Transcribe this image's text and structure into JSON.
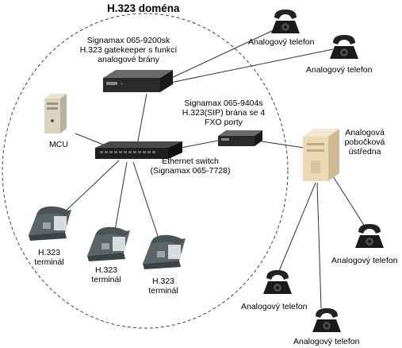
{
  "diagram": {
    "title": "H.323 doména",
    "gatekeeper": {
      "lines": [
        "Signamax 065-9200sk",
        "H.323 gatekeeper s funkcí",
        "analogové brány"
      ]
    },
    "gateway": {
      "lines": [
        "Signamax 065-9404s",
        "H.323(SIP) brána se 4",
        "FXO porty"
      ]
    },
    "mcu": {
      "label": "MCU"
    },
    "switch": {
      "lines": [
        "Ethernet switch",
        "(Signamax 065-7728)"
      ]
    },
    "pbx": {
      "lines": [
        "Analogová",
        "pobočková",
        "ústředna"
      ]
    },
    "terminals": [
      {
        "lines": [
          "H.323",
          "terminál"
        ]
      },
      {
        "lines": [
          "H.323",
          "terminál"
        ]
      },
      {
        "lines": [
          "H.323",
          "terminál"
        ]
      }
    ],
    "analog_phones": [
      {
        "label": "Analogový telefon"
      },
      {
        "label": "Analogový telefon"
      },
      {
        "label": "Analogový telefon"
      },
      {
        "label": "Analogový telefon"
      },
      {
        "label": "Analogový telefon"
      }
    ]
  }
}
